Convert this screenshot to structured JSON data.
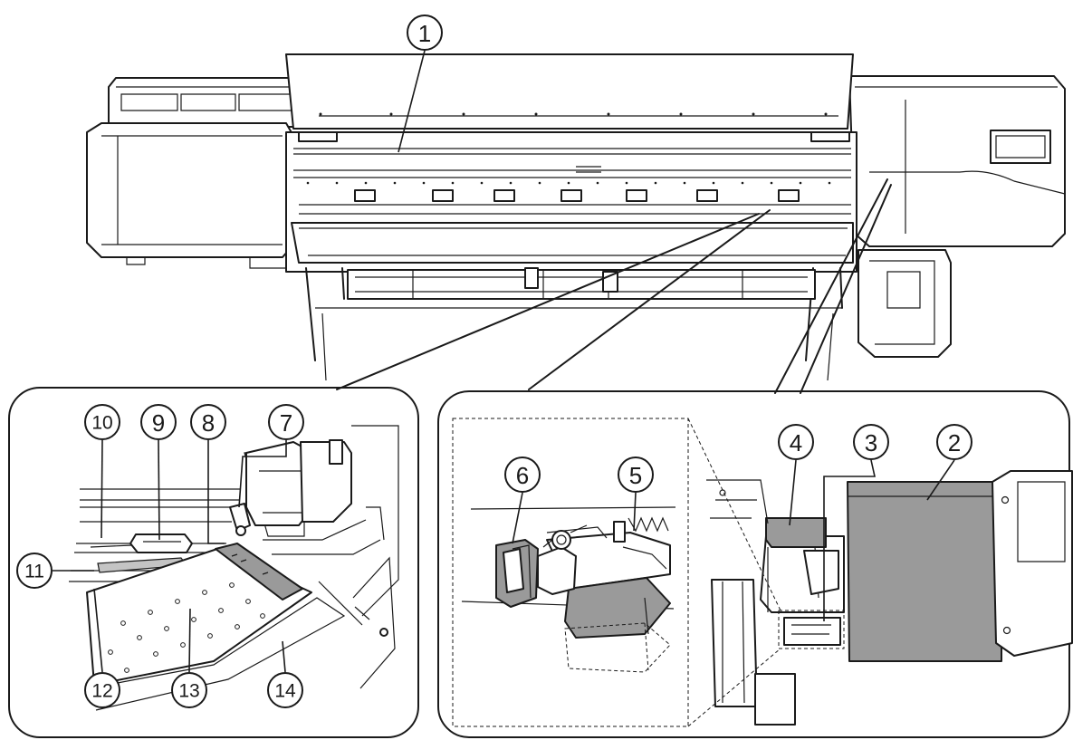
{
  "callouts": [
    {
      "id": "c1",
      "label": "1"
    },
    {
      "id": "c2",
      "label": "2"
    },
    {
      "id": "c3",
      "label": "3"
    },
    {
      "id": "c4",
      "label": "4"
    },
    {
      "id": "c5",
      "label": "5"
    },
    {
      "id": "c6",
      "label": "6"
    },
    {
      "id": "c7",
      "label": "7"
    },
    {
      "id": "c8",
      "label": "8"
    },
    {
      "id": "c9",
      "label": "9"
    },
    {
      "id": "c10",
      "label": "10"
    },
    {
      "id": "c11",
      "label": "11"
    },
    {
      "id": "c12",
      "label": "12"
    },
    {
      "id": "c13",
      "label": "13"
    },
    {
      "id": "c14",
      "label": "14"
    }
  ],
  "colors": {
    "line": "#1a1a1a",
    "highlight_gray": "#9a9a9a",
    "light_gray": "#c4c4c4",
    "background": "#ffffff"
  }
}
